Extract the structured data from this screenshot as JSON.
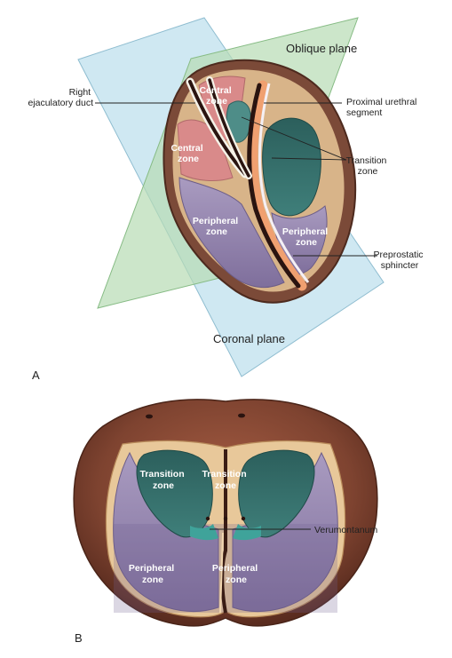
{
  "panel_a": {
    "letter": "A",
    "planes": {
      "oblique": "Oblique plane",
      "coronal": "Coronal plane"
    },
    "labels": {
      "right_ejaculatory_duct": [
        "Right",
        "ejaculatory duct"
      ],
      "proximal_urethral_segment": [
        "Proximal urethral",
        "segment"
      ],
      "transition_zone": [
        "Transition",
        "zone"
      ],
      "preprostatic_sphincter": [
        "Preprostatic",
        "sphincter"
      ]
    },
    "zones": {
      "central_upper": [
        "Central",
        "zone"
      ],
      "central_lower": [
        "Central",
        "zone"
      ],
      "peripheral_left": [
        "Peripheral",
        "zone"
      ],
      "peripheral_right": [
        "Peripheral",
        "zone"
      ]
    }
  },
  "panel_b": {
    "letter": "B",
    "zones": {
      "transition_left": [
        "Transition",
        "zone"
      ],
      "transition_right": [
        "Transition",
        "zone"
      ],
      "peripheral_left": [
        "Peripheral",
        "zone"
      ],
      "peripheral_right": [
        "Peripheral",
        "zone"
      ]
    },
    "labels": {
      "verumontanum": "Verumontanum"
    }
  },
  "colors": {
    "coronal_plane": "#bfe0ee",
    "oblique_plane": "#b6dcb4",
    "capsule": "#8a5a45",
    "central_zone": "#d98a8a",
    "transition_zone": "#2f6d6a",
    "peripheral_zone": "#9c8db2",
    "urethra": "#2a1410",
    "sphincter": "#f0a070",
    "prostate_tissue": "#8a4a38",
    "stroma": "#e8c89a"
  }
}
